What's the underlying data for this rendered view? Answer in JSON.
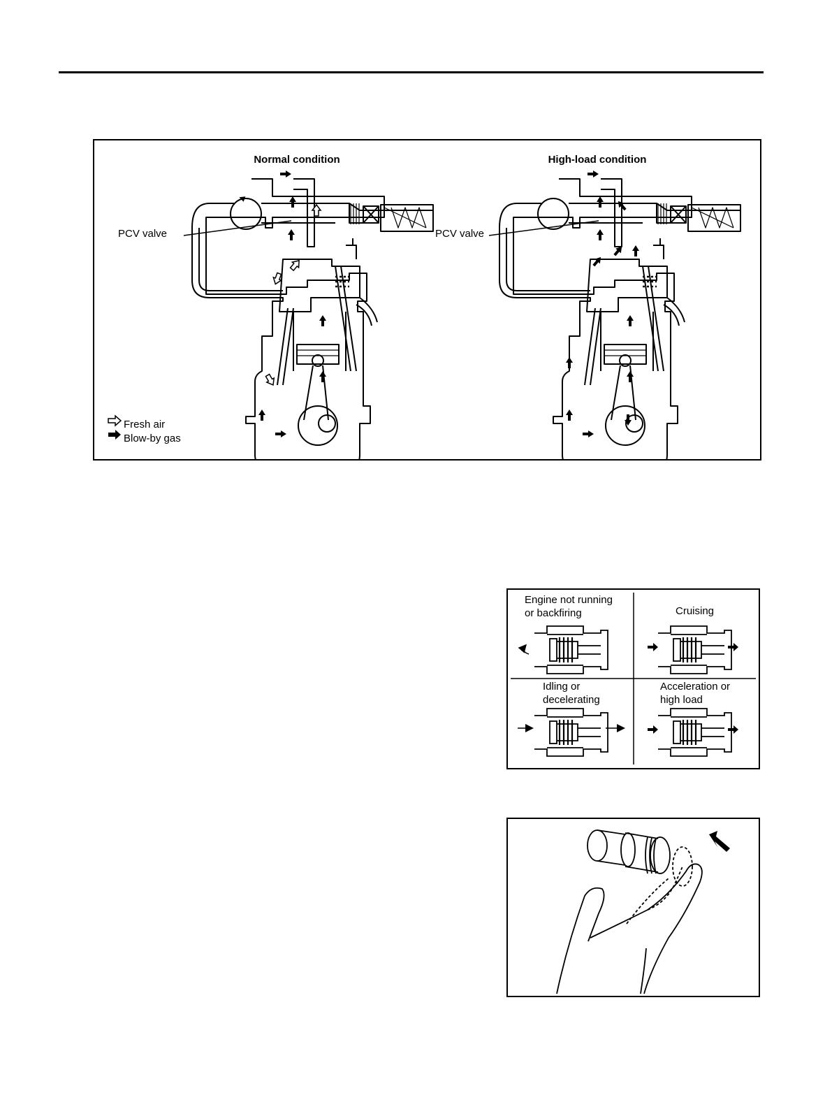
{
  "figure_main": {
    "panels": [
      {
        "title": "Normal condition"
      },
      {
        "title": "High-load condition"
      }
    ],
    "callout": "PCV valve",
    "legend": [
      {
        "label": "Fresh air"
      },
      {
        "label": "Blow-by gas"
      }
    ]
  },
  "figure_pcv": {
    "cells": [
      {
        "line1": "Engine not running",
        "line2": "or backfiring"
      },
      {
        "line1": "Cruising",
        "line2": ""
      },
      {
        "line1": "Idling or",
        "line2": "decelerating"
      },
      {
        "line1": "Acceleration or",
        "line2": "high load"
      }
    ]
  }
}
